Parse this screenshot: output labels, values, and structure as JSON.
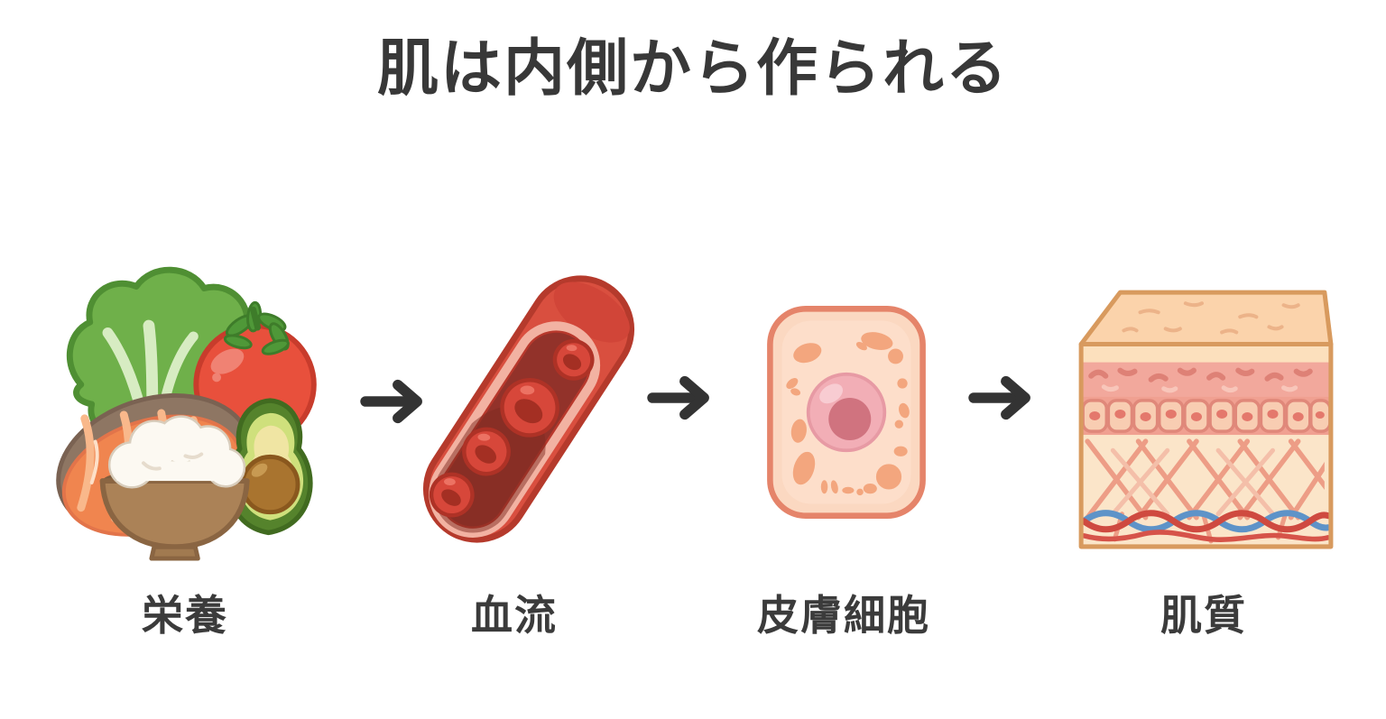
{
  "title": "肌は内側から作られる",
  "flow": {
    "steps": [
      {
        "label": "栄養",
        "icon": "food-group-icon"
      },
      {
        "label": "血流",
        "icon": "blood-vessel-icon"
      },
      {
        "label": "皮膚細胞",
        "icon": "skin-cell-icon"
      },
      {
        "label": "肌質",
        "icon": "skin-layers-icon"
      }
    ],
    "connector_icon": "arrow-right-icon"
  },
  "colors": {
    "background": "#ffffff",
    "text": "#383838",
    "arrow": "#333333",
    "lettuce_green": "#6fb04a",
    "tomato_red": "#e8503c",
    "salmon_orange": "#f0854f",
    "rice_white": "#fcf9f2",
    "bowl_brown": "#ab8257",
    "avocado_skin_green": "#55832c",
    "vessel_red": "#d94f3f",
    "vessel_rim_pink": "#f2b2a2",
    "lumen_dark_red": "#92322a",
    "cell_peach": "#fbd8c1",
    "cell_border_coral": "#e5846a",
    "nucleus_pink": "#f2aeb6",
    "epidermis_pink": "#f2a89c",
    "dermis_cream": "#fbe5c9",
    "fiber_salmon": "#ed9d86",
    "vein_blue": "#5e93c8",
    "artery_red": "#cf4a40"
  }
}
